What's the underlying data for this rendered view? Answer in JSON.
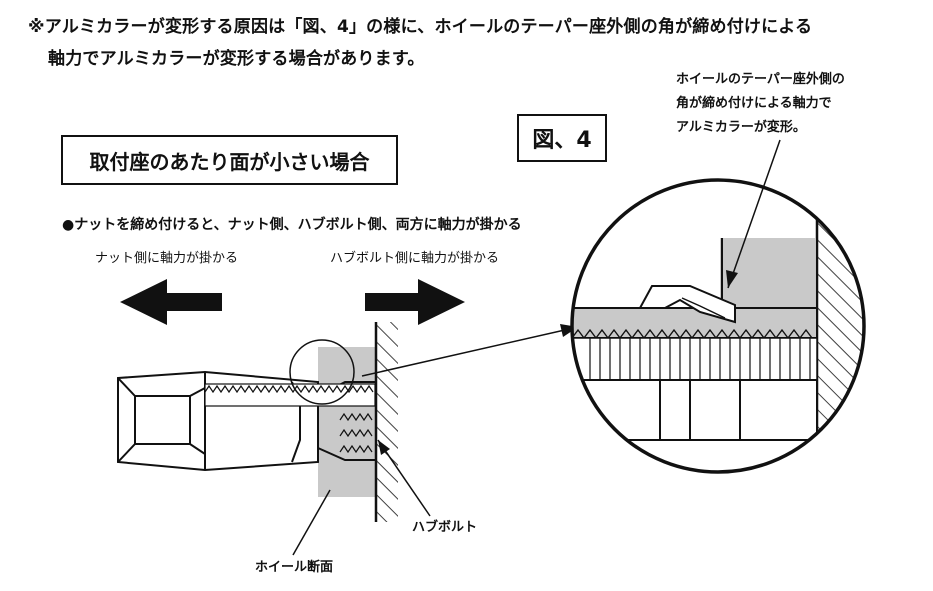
{
  "text": {
    "intro_line1": "※アルミカラーが変形する原因は「図、4」の様に、ホイールのテーパー座外側の角が締め付けによる",
    "intro_line2": "軸力でアルミカラーが変形する場合があります。",
    "box_title": "取付座のあたり面が小さい場合",
    "figure_label": "図、4",
    "bullet": "●ナットを締め付けると、ナット側、ハブボルト側、両方に軸力が掛かる",
    "left_arrow_label": "ナット側に軸力が掛かる",
    "right_arrow_label": "ハブボルト側に軸力が掛かる",
    "callout_line1": "ホイールのテーパー座外側の",
    "callout_line2": "角が締め付けによる軸力で",
    "callout_line3": "アルミカラーが変形。",
    "hub_bolt_label": "ハブボルト",
    "wheel_section_label": "ホイール断面"
  },
  "colors": {
    "line": "#111111",
    "fill_gray": "#c9c9c9",
    "background": "#ffffff"
  }
}
